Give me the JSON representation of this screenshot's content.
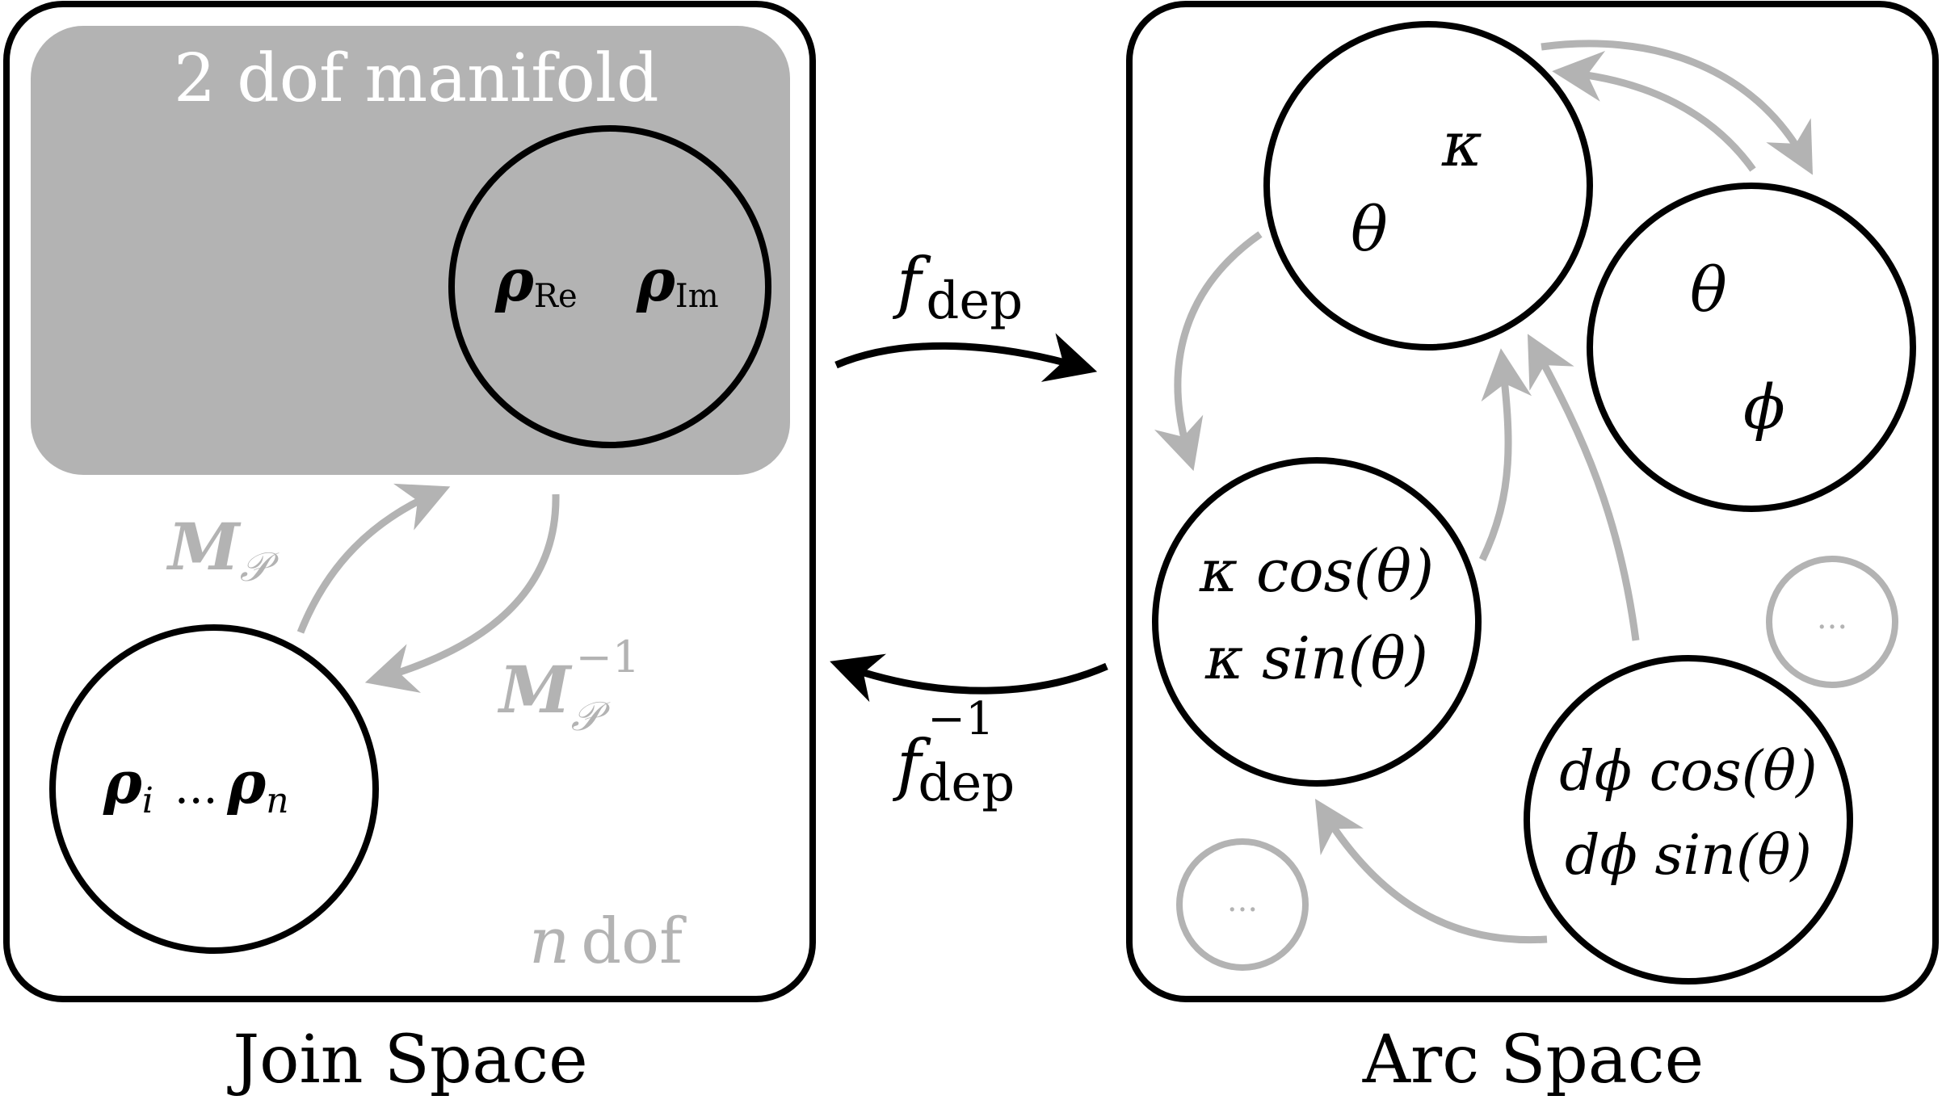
{
  "colors": {
    "ink": "#000000",
    "gray": "#b3b3b3",
    "manifold_fill": "#b3b3b3",
    "background": "#ffffff"
  },
  "join_space": {
    "label": "Join Space",
    "manifold_label": "2 dof manifold",
    "ndof": {
      "n": "n",
      "dof": "dof"
    },
    "manifold_circle": {
      "sym1": "ρ",
      "sub1": "Re",
      "sym2": "ρ",
      "sub2": "Im"
    },
    "full_circle": {
      "sym1": "ρ",
      "sub1": "i",
      "ellipsis": "...",
      "sym2": "ρ",
      "sub2": "n"
    },
    "map_forward": {
      "sym": "M",
      "sub": "𝒫"
    },
    "map_inverse": {
      "sym": "M",
      "sub": "𝒫",
      "sup": "−1"
    }
  },
  "middle": {
    "forward": {
      "sym": "f",
      "sub": "dep"
    },
    "inverse": {
      "sym": "f",
      "sub": "dep",
      "sup": "−1"
    }
  },
  "arc_space": {
    "label": "Arc Space",
    "circle_theta_kappa": {
      "kappa": "κ",
      "theta": "θ"
    },
    "circle_theta_phi": {
      "theta": "θ",
      "phi": "ϕ"
    },
    "circle_kappa_trig": {
      "line1": "κ cos(θ)",
      "line2": "κ sin(θ)"
    },
    "circle_dphi_trig": {
      "line1": "dϕ cos(θ)",
      "line2": "dϕ sin(θ)"
    },
    "small_circle_right": {
      "text": "..."
    },
    "small_circle_left": {
      "text": "..."
    }
  }
}
